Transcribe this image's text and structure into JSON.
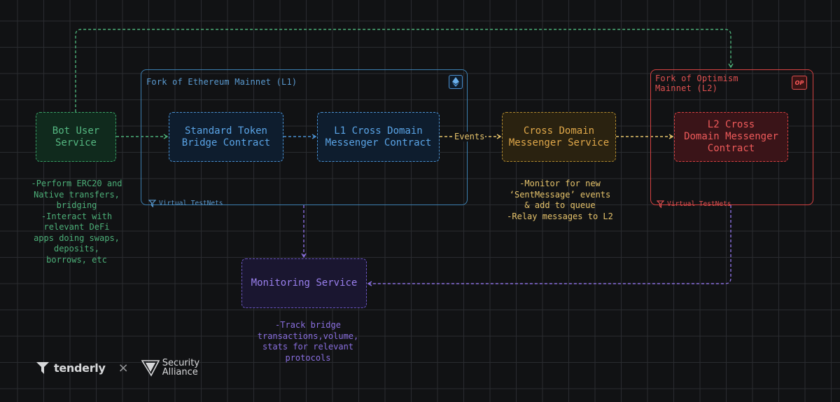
{
  "regions": {
    "l1": {
      "title": "Fork of Ethereum Mainnet (L1)",
      "footer": "Virtual TestNets",
      "icon": "ethereum-icon",
      "color": "#3d7fb0"
    },
    "l2": {
      "title_line1": "Fork of Optimism",
      "title_line2": "Mainnet (L2)",
      "footer": "Virtual TestNets",
      "badge": "OP",
      "color": "#d64242"
    }
  },
  "nodes": {
    "bot": {
      "line1": "Bot User",
      "line2": "Service",
      "color": "#3aa066"
    },
    "bridge": {
      "line1": "Standard Token",
      "line2": "Bridge Contract",
      "color": "#4a90d0"
    },
    "l1_messenger": {
      "line1": "L1 Cross Domain",
      "line2": "Messenger Contract",
      "color": "#4a90d0"
    },
    "cdm_service": {
      "line1": "Cross Domain",
      "line2": "Messenger Service",
      "color": "#d9a640"
    },
    "l2_messenger": {
      "line1": "L2 Cross",
      "line2": "Domain Messenger",
      "line3": "Contract",
      "color": "#e05050"
    },
    "monitoring": {
      "label": "Monitoring Service",
      "color": "#8a6fe0"
    }
  },
  "edges": {
    "events_label": "Events"
  },
  "notes": {
    "bot": "-Perform ERC20 and\nNative transfers,\nbridging\n-Interact with\nrelevant DeFi\napps doing swaps,\ndeposits,\nborrows, etc",
    "cdm": "-Monitor for new\n‘SentMessage’ events\n& add to queue\n-Relay messages to L2",
    "monitoring": "-Track bridge\ntransactions,volume,\nstats for relevant\nprotocols"
  },
  "footer": {
    "tenderly": "tenderly",
    "separator": "×",
    "security_line1": "Security",
    "security_line2": "Alliance"
  },
  "colors": {
    "background": "#111214",
    "green": "#4caf78",
    "blue": "#4a90d0",
    "yellow": "#e6c36b",
    "red": "#e05050",
    "purple": "#8a6fe0"
  }
}
